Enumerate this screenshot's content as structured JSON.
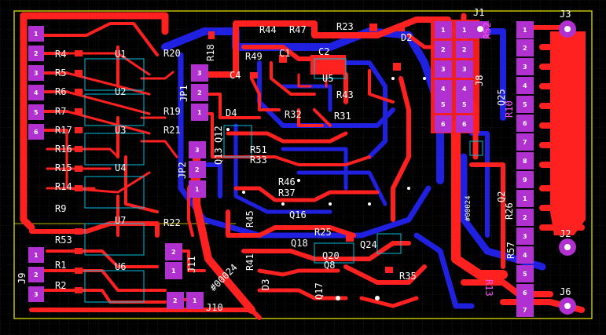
{
  "colors": {
    "background": "#000000",
    "grid": "#5a5a5a",
    "top_copper": "#ff2020",
    "bottom_copper": "#2020e0",
    "pad_magenta": "#b030d0",
    "silkscreen": "#ffffff",
    "outline": "#f0f000",
    "bottom_silk": "#ff55ff",
    "component_outline": "#00c0e0"
  },
  "labels": {
    "left_col": [
      "R4",
      "R5",
      "R6",
      "R7",
      "R17",
      "R16",
      "R15",
      "R14",
      "R9",
      "R53",
      "R1",
      "R2"
    ],
    "left_ic": [
      "U1",
      "U2",
      "U3",
      "U4",
      "U7",
      "U6"
    ],
    "mid_col": [
      "R20",
      "R18",
      "JP1",
      "R19",
      "R21",
      "JP2",
      "R22",
      "J11",
      "J10"
    ],
    "center": [
      "R44",
      "R47",
      "R23",
      "D2",
      "R49",
      "C2",
      "C1",
      "C4",
      "U5",
      "R43",
      "D4",
      "R31",
      "R32",
      "Q12",
      "Q13",
      "R51",
      "R33",
      "R46",
      "R37",
      "Q16",
      "R45",
      "R25",
      "Q18",
      "Q24",
      "R41",
      "Q20",
      "Q8",
      "D3",
      "Q17",
      "R35"
    ],
    "right": [
      "J1",
      "J3",
      "J8",
      "R52",
      "R10",
      "R26",
      "J2",
      "J6",
      "Q25",
      "Q2",
      "R57",
      "R13"
    ],
    "designator_tag": "#00024",
    "j9": "J9"
  }
}
